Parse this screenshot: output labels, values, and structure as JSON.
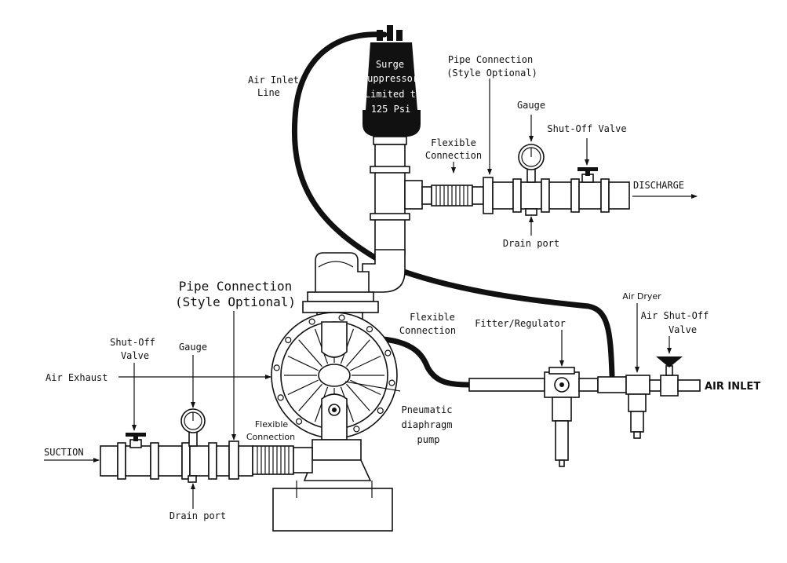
{
  "labels": {
    "surge_suppressor": [
      "Surge",
      "Suppressor",
      "Limited to",
      "125 Psi"
    ],
    "air_inlet_line": [
      "Air Inlet",
      "Line"
    ],
    "pipe_connection_top": [
      "Pipe Connection",
      "(Style Optional)"
    ],
    "flexible_connection_top": [
      "Flexible",
      "Connection"
    ],
    "gauge_top": "Gauge",
    "shutoff_valve_top": "Shut-Off Valve",
    "discharge": "DISCHARGE",
    "drain_port_top": "Drain port",
    "pipe_connection_left": [
      "Pipe Connection",
      "(Style Optional)"
    ],
    "flexible_connection_mid": [
      "Flexible",
      "Connection"
    ],
    "fitter_regulator": "Fitter/Regulator",
    "air_dryer": "Air Dryer",
    "air_shutoff_valve": [
      "Air Shut-Off",
      "Valve"
    ],
    "shutoff_valve_left": [
      "Shut-Off",
      "Valve"
    ],
    "gauge_left": "Gauge",
    "air_exhaust": "Air Exhaust",
    "air_inlet": "AIR INLET",
    "pneumatic_pump": [
      "Pneumatic",
      "diaphragm",
      "pump"
    ],
    "flexible_connection_bottom": [
      "Flexible",
      "Connection"
    ],
    "suction": "SUCTION",
    "drain_port_bottom": "Drain port"
  }
}
